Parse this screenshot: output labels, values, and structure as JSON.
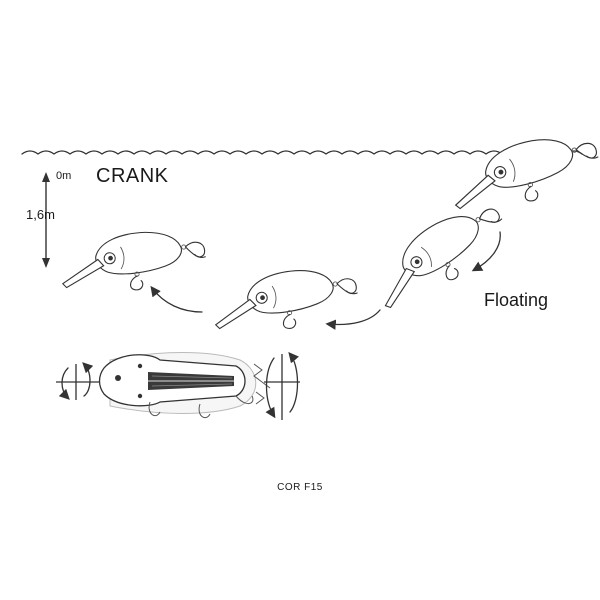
{
  "title": "CRANK",
  "depth_scale": {
    "top": "0m",
    "bottom": "1,6m"
  },
  "action": "Floating",
  "caption": "COR F15"
}
